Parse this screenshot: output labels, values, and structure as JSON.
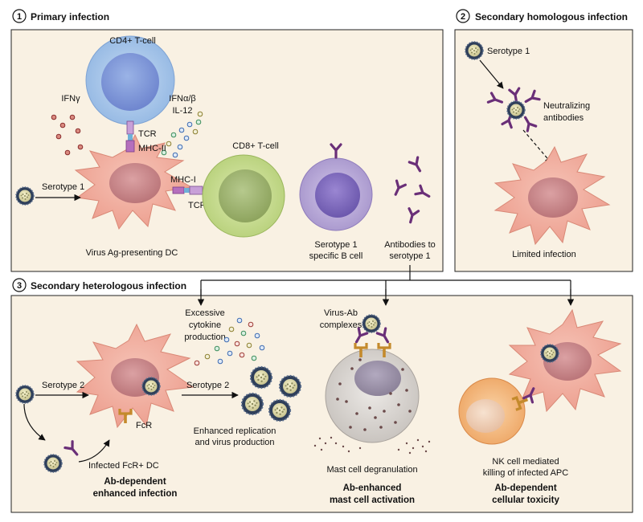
{
  "panels": [
    {
      "number": "1",
      "title": "Primary infection"
    },
    {
      "number": "2",
      "title": "Secondary homologous infection"
    },
    {
      "number": "3",
      "title": "Secondary heterologous infection"
    }
  ],
  "p1": {
    "cd4": "CD4+ T-cell",
    "ifng": "IFNγ",
    "ifnab": "IFNα/β",
    "il12": "IL-12",
    "tcr": "TCR",
    "mhc2": "MHC-II",
    "mhc1": "MHC-I",
    "tcr2": "TCR",
    "cd8": "CD8+ T-cell",
    "serotype": "Serotype 1",
    "dc_label": "Virus Ag-presenting DC",
    "bcell_line1": "Serotype 1",
    "bcell_line2": "specific B cell",
    "ab_line1": "Antibodies to",
    "ab_line2": "serotype 1"
  },
  "p2": {
    "serotype": "Serotype 1",
    "neut_line1": "Neutralizing",
    "neut_line2": "antibodies",
    "limited": "Limited infection"
  },
  "p3": {
    "cyto_line1": "Excessive",
    "cyto_line2": "cytokine",
    "cyto_line3": "production",
    "serotype_a": "Serotype 2",
    "serotype_b": "Serotype 2",
    "fcr": "FcR",
    "infected_dc": "Infected FcR+ DC",
    "enh_line1": "Enhanced replication",
    "enh_line2": "and virus production",
    "ade_line1": "Ab-dependent",
    "ade_line2": "enhanced infection",
    "complex_line1": "Virus-Ab",
    "complex_line2": "complexes",
    "mast_label": "Mast cell degranulation",
    "mast_title1": "Ab-enhanced",
    "mast_title2": "mast cell activation",
    "nk_line1": "NK cell mediated",
    "nk_line2": "killing of infected APC",
    "adcc_line1": "Ab-dependent",
    "adcc_line2": "cellular toxicity"
  },
  "colors": {
    "panel_bg": "#f9f1e3",
    "dc": "#f1a89a",
    "nucleus": "#c98688",
    "cd4": "#a9c7ea",
    "cd8": "#c8dd8c",
    "bcell": "#b9a8d6",
    "antibody": "#6a2f78",
    "receptor": "#c48a2c",
    "mast": "#d9d6d3",
    "nk": "#f0b77a"
  }
}
